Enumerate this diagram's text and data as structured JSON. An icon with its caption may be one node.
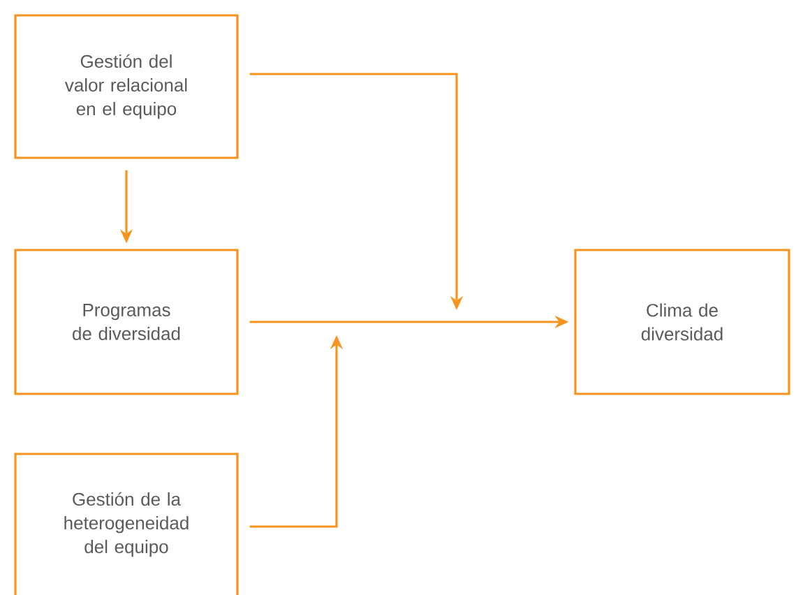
{
  "diagram": {
    "nodes": [
      {
        "text": [
          "Gestión del valor relacional en el equipo"
        ]
      },
      {
        "text": [
          "Programas de diversidad"
        ]
      },
      {
        "text": [
          "Gestión de la heterogeneidad del equipo"
        ]
      },
      {
        "text": [
          "Clima de diversidad"
        ]
      }
    ],
    "edges": [
      {
        "from": 0,
        "to": 1,
        "arrow": "to"
      },
      {
        "from": 1,
        "to": 3,
        "arrow": "to"
      },
      {
        "from": 0,
        "to": null,
        "arrow": "to"
      },
      {
        "from": 2,
        "to": null,
        "arrow": "to"
      }
    ]
  }
}
